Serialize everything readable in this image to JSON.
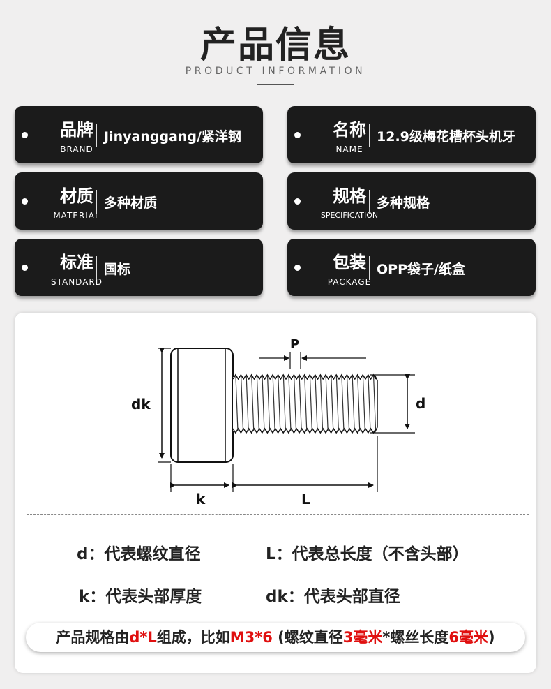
{
  "header": {
    "title": "产品信息",
    "subtitle": "PRODUCT INFORMATION"
  },
  "cards": [
    {
      "label": "品牌",
      "label_en": "BRAND",
      "value": "Jinyanggang/紧洋钢"
    },
    {
      "label": "名称",
      "label_en": "NAME",
      "value": "12.9级梅花槽杯头机牙"
    },
    {
      "label": "材质",
      "label_en": "MATERIAL",
      "value": "多种材质"
    },
    {
      "label": "规格",
      "label_en": "SPECIFICATION",
      "value": "多种规格"
    },
    {
      "label": "标准",
      "label_en": "STANDARD",
      "value": "国标"
    },
    {
      "label": "包装",
      "label_en": "PACKAGE",
      "value": "OPP袋子/纸盒"
    }
  ],
  "diagram": {
    "labels": {
      "dk": "dk",
      "k": "k",
      "L": "L",
      "d": "d",
      "P": "P"
    }
  },
  "definitions": {
    "d": "d：代表螺纹直径",
    "L": "L：代表总长度（不含头部）",
    "k": "k：代表头部厚度",
    "dk": "dk：代表头部直径"
  },
  "note": {
    "part1": "产品规格由",
    "part2": "d*L",
    "part3": "组成，比如",
    "part4": "M3*6",
    "part5": " (螺纹直径",
    "part6": "3毫米",
    "part7": "*螺丝长度",
    "part8": "6毫米",
    "part9": ")"
  }
}
